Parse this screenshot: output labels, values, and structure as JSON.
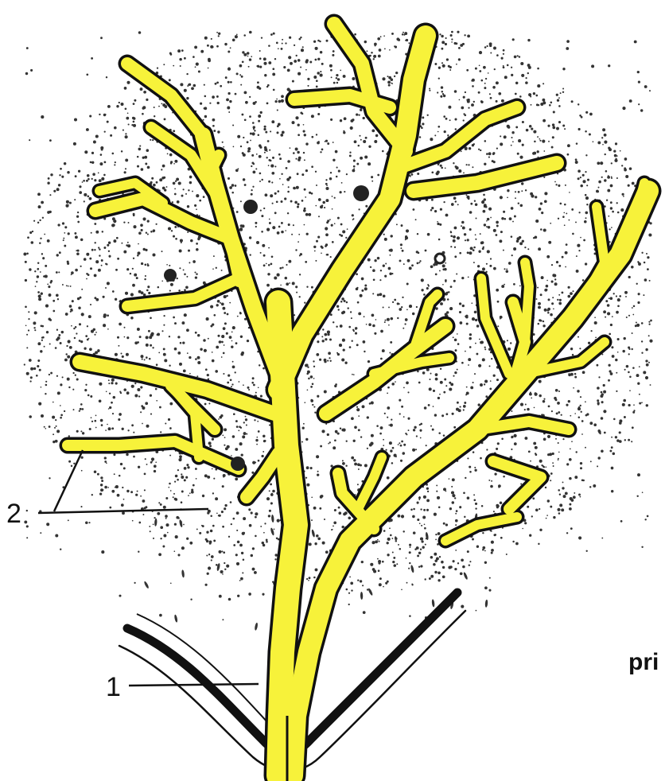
{
  "diagram": {
    "labels": [
      "1",
      "2"
    ],
    "caption_fragment": "pri",
    "colors": {
      "duct_fill": "#f7f23a",
      "outline": "#111111",
      "stipple": "#333333",
      "background": "#ffffff"
    }
  }
}
